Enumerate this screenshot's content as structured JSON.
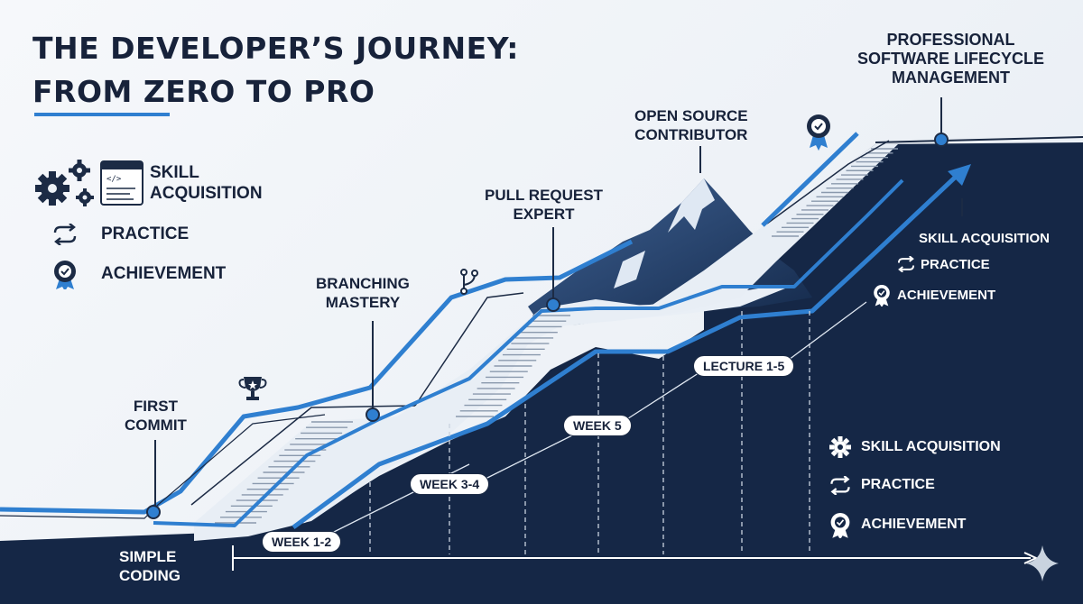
{
  "title": {
    "line1": "THE DEVELOPER’S JOURNEY:",
    "line2": "FROM ZERO TO PRO"
  },
  "milestones": {
    "simple_coding": {
      "line1": "SIMPLE",
      "line2": "CODING"
    },
    "first_commit": {
      "line1": "FIRST",
      "line2": "COMMIT"
    },
    "branching_mastery": {
      "line1": "BRANCHING",
      "line2": "MASTERY"
    },
    "pull_request_expert": {
      "line1": "PULL REQUEST",
      "line2": "EXPERT"
    },
    "open_source_contributor": {
      "line1": "OPEN SOURCE",
      "line2": "CONTRIBUTOR"
    },
    "professional": {
      "line1": "PROFESSIONAL",
      "line2": "SOFTWARE LIFECYCLE",
      "line3": "MANAGEMENT"
    }
  },
  "legend_top_left": {
    "skill_line1": "SKILL",
    "skill_line2": "ACQUISITION",
    "practice": "PRACTICE",
    "achievement": "ACHIEVEMENT"
  },
  "legend_right": {
    "skill": "SKILL ACQUISITION",
    "practice": "PRACTICE",
    "achievement": "ACHIEVEMENT"
  },
  "legend_bottom_right": {
    "skill": "SKILL ACQUISITION",
    "practice": "PRACTICE",
    "achievement": "ACHIEVEMENT"
  },
  "timeline": [
    "WEEK 1-2",
    "WEEK 3-4",
    "WEEK 5",
    "LECTURE 1-5"
  ],
  "colors": {
    "navy": "#152746",
    "accent_blue": "#2f7fd0",
    "mountain": "#1f3b66",
    "light_blue_line": "#2f7fd0"
  },
  "icons": [
    "gears-icon",
    "code-window-icon",
    "cycle-arrows-icon",
    "award-badge-icon",
    "trophy-icon",
    "git-branch-icon",
    "sparkle-icon"
  ]
}
